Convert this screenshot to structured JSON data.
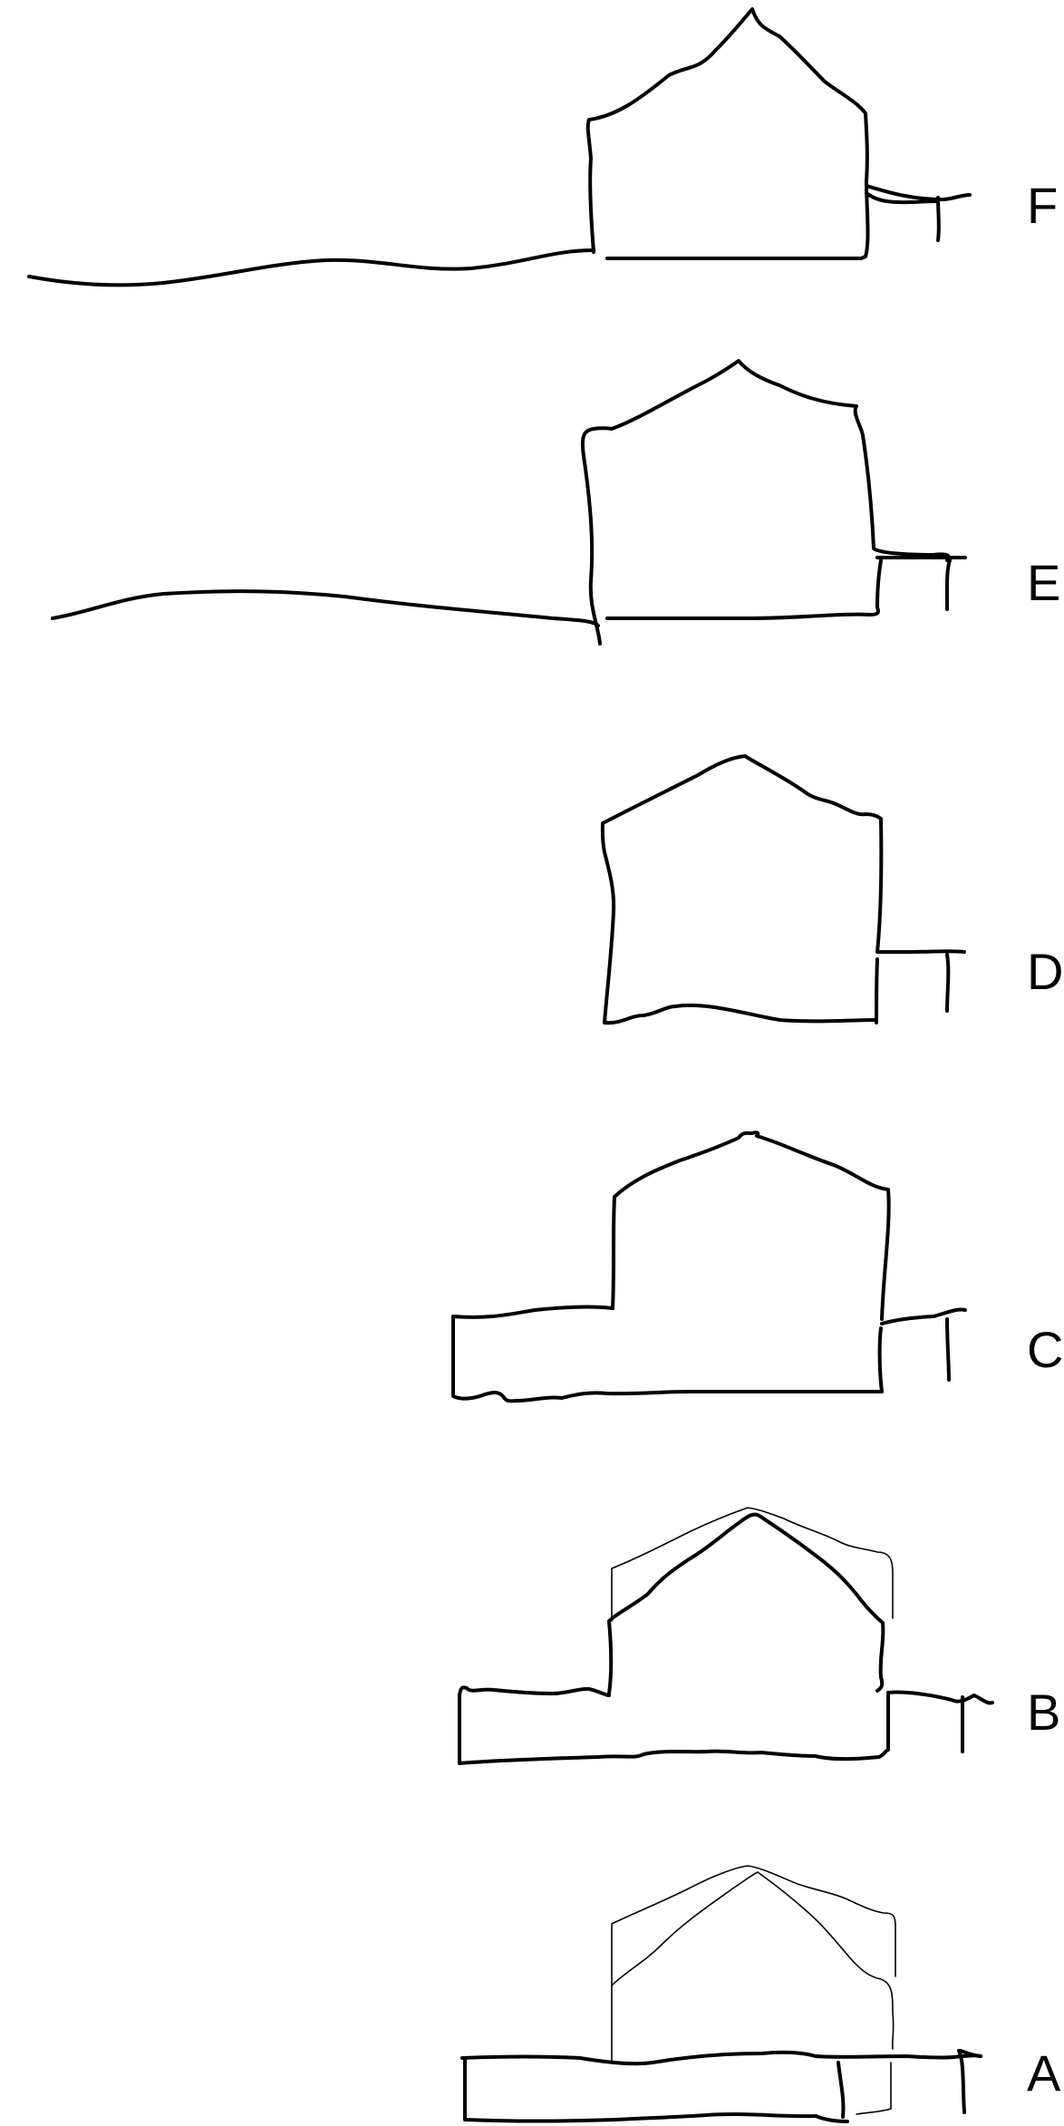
{
  "figure": {
    "stages": [
      {
        "id": "F",
        "label": "F"
      },
      {
        "id": "E",
        "label": "E"
      },
      {
        "id": "D",
        "label": "D"
      },
      {
        "id": "C",
        "label": "C"
      },
      {
        "id": "B",
        "label": "B"
      },
      {
        "id": "A",
        "label": "A"
      }
    ],
    "colors": {
      "stroke": "#000000",
      "background": "#ffffff"
    }
  }
}
